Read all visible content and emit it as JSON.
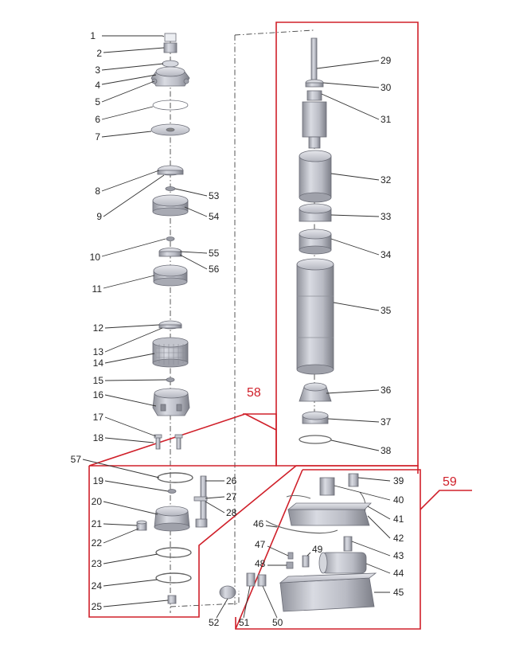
{
  "colors": {
    "frame": "#d0202a",
    "part_light": "#c8cad3",
    "part_mid": "#a7a9b3",
    "part_dark": "#7d7f88",
    "leader": "#333333"
  },
  "callouts": {
    "c1": "1",
    "c2": "2",
    "c3": "3",
    "c4": "4",
    "c5": "5",
    "c6": "6",
    "c7": "7",
    "c8": "8",
    "c9": "9",
    "c10": "10",
    "c11": "11",
    "c12": "12",
    "c13": "13",
    "c14": "14",
    "c15": "15",
    "c16": "16",
    "c17": "17",
    "c18": "18",
    "c19": "19",
    "c20": "20",
    "c21": "21",
    "c22": "22",
    "c23": "23",
    "c24": "24",
    "c25": "25",
    "c26": "26",
    "c27": "27",
    "c28": "28",
    "c29": "29",
    "c30": "30",
    "c31": "31",
    "c32": "32",
    "c33": "33",
    "c34": "34",
    "c35": "35",
    "c36": "36",
    "c37": "37",
    "c38": "38",
    "c39": "39",
    "c40": "40",
    "c41": "41",
    "c42": "42",
    "c43": "43",
    "c44": "44",
    "c45": "45",
    "c46": "46",
    "c47": "47",
    "c48": "48",
    "c49": "49",
    "c50": "50",
    "c51": "51",
    "c52": "52",
    "c53": "53",
    "c54": "54",
    "c55": "55",
    "c56": "56",
    "c57": "57"
  },
  "groups": {
    "g58": "58",
    "g59": "59"
  }
}
